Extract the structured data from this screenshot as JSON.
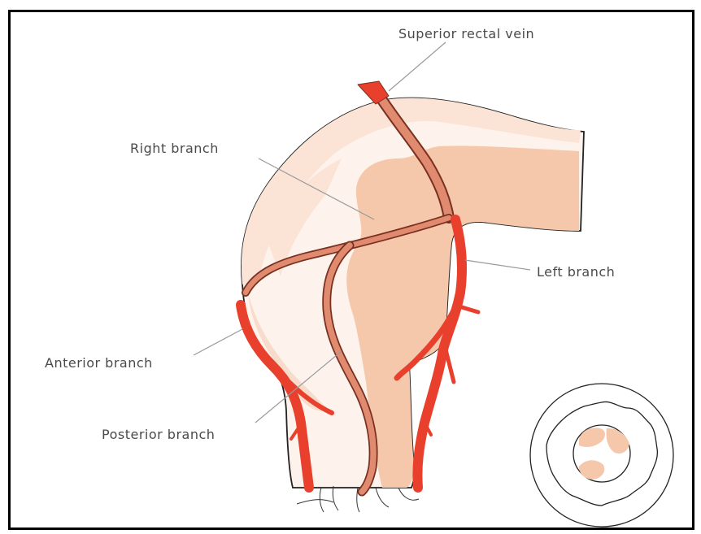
{
  "labels": {
    "superior_rectal_vein": "Superior rectal vein",
    "right_branch": "Right branch",
    "left_branch": "Left branch",
    "anterior_branch": "Anterior branch",
    "posterior_branch": "Posterior branch"
  },
  "colors": {
    "vein_red": "#e8402c",
    "vein_salmon": "#e08a70",
    "tissue_peach": "#f5c7ab",
    "tissue_light": "#fbe9dd",
    "outline": "#222222",
    "leader": "#9a9a9a"
  }
}
